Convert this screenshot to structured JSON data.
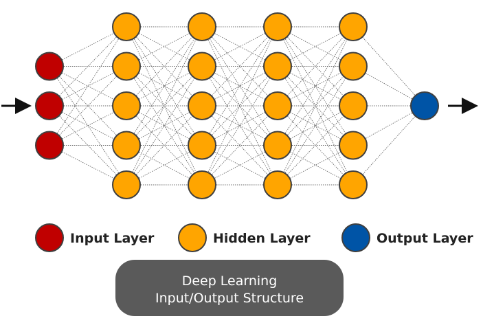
{
  "diagram": {
    "layers": [
      {
        "role": "input",
        "count": 3
      },
      {
        "role": "hidden",
        "count": 5
      },
      {
        "role": "hidden",
        "count": 5
      },
      {
        "role": "hidden",
        "count": 5
      },
      {
        "role": "hidden",
        "count": 5
      },
      {
        "role": "output",
        "count": 1
      }
    ],
    "colors": {
      "input": "#c00000",
      "hidden": "#ffa500",
      "output": "#0054a6",
      "node_stroke": "#3f3f3f",
      "connection": "#6a6a6a",
      "arrow": "#111111"
    }
  },
  "legend": {
    "input": {
      "label": "Input Layer",
      "color": "#c00000"
    },
    "hidden": {
      "label": "Hidden Layer",
      "color": "#ffa500"
    },
    "output": {
      "label": "Output Layer",
      "color": "#0054a6"
    }
  },
  "caption": {
    "text": "Deep Learning Input/Output Structure",
    "background": "#5a5a5a"
  }
}
